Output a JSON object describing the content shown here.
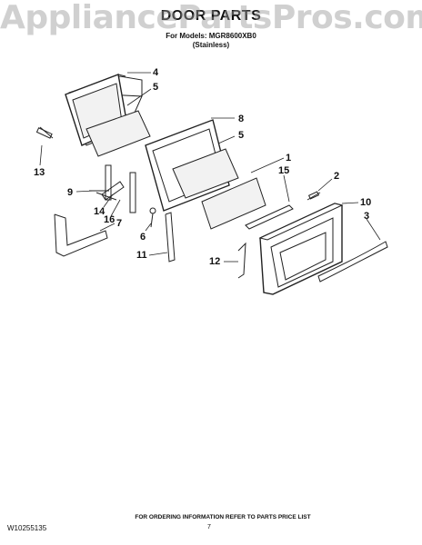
{
  "watermark": "AppliancePartsPros.com",
  "title": "DOOR PARTS",
  "subtitle": {
    "model_line": "For Models: MGR8600XB0",
    "finish": "(Stainless)"
  },
  "callouts": [
    "4",
    "5",
    "8",
    "5",
    "1",
    "15",
    "2",
    "10",
    "3",
    "13",
    "9",
    "14",
    "16",
    "7",
    "6",
    "11",
    "12"
  ],
  "footer": {
    "doc_number": "W10255135",
    "ordering_note": "FOR ORDERING INFORMATION REFER TO PARTS PRICE LIST",
    "page_number": "7"
  },
  "colors": {
    "line": "#222222",
    "glass": "#f2f2f2"
  }
}
